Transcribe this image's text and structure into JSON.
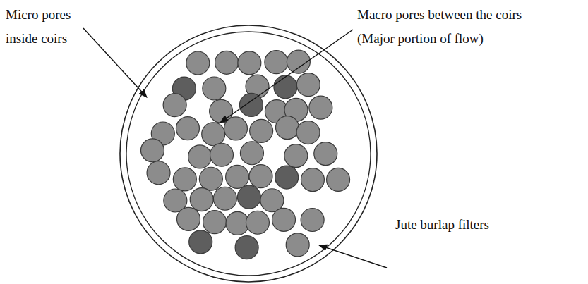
{
  "diagram": {
    "labels": [
      "Micro pores inside coirs",
      "Macro pores between the coirs (Major portion of flow)",
      "Jute burlap filters"
    ]
  }
}
